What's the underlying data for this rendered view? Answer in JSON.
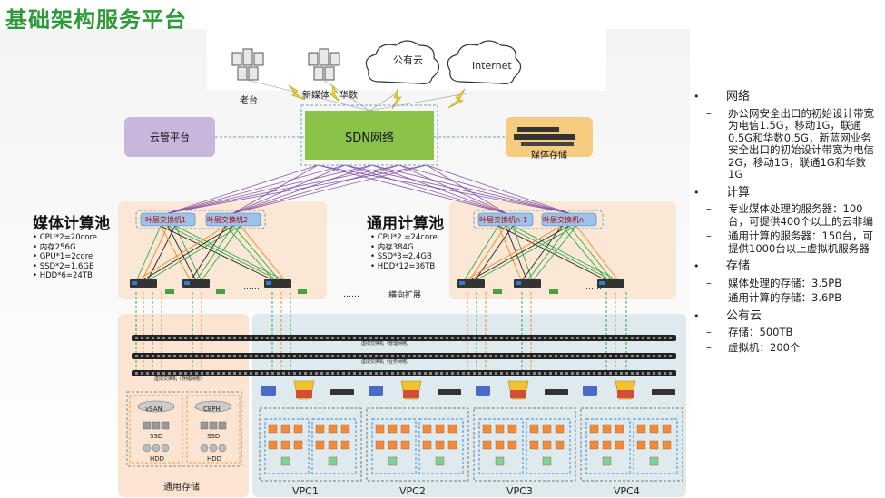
{
  "title": "基础架构服务平台",
  "diagram": {
    "top_nodes": {
      "old_station": "老台",
      "new_media": "新媒体",
      "huashu": "华数",
      "public_cloud": "公有云",
      "internet": "Internet"
    },
    "sdn": "SDN网络",
    "cloud_mgmt": "云管平台",
    "media_storage": "媒体存储",
    "media_pool": {
      "title": "媒体计算池",
      "specs": [
        "CPU*2=20core",
        "内存256G",
        "GPU*1=2core",
        "SSD*2=1.6GB",
        "HDD*6=24TB"
      ],
      "leaf_switches": [
        "叶层交换机1",
        "叶层交换机2"
      ]
    },
    "general_pool": {
      "title": "通用计算池",
      "specs": [
        "CPU*2 =24core",
        "内存384G",
        "SSD*3=2.4GB",
        "HDD*12=36TB"
      ],
      "leaf_switches": [
        "叶层交换机n-1",
        "叶层交换机n"
      ]
    },
    "dots_label": "……",
    "horizontal_expand": "横向扩展",
    "vswitch_labels": [
      "虚拟交换机（管理网络）",
      "虚拟交换机（业务网络）",
      "虚拟交换机（存储网络）"
    ],
    "storage_nodes": [
      "vSAN",
      "CEPH"
    ],
    "ssd": "SSD",
    "hdd": "HDD",
    "general_storage": "通用存储",
    "vpcs": [
      "VPC1",
      "VPC2",
      "VPC3",
      "VPC4"
    ],
    "colors": {
      "title": "#2e9a3a",
      "sdn": "#8bc34a",
      "cloud_mgmt": "#c9b6dd",
      "media_storage": "#f5cc7f",
      "pool_bg": "#fbe8d8",
      "vpc_bg": "#dbe9ee",
      "link_purple": "#7a3fa0",
      "link_green": "#2fa84a",
      "link_orange": "#f08a24",
      "link_black": "#222222"
    }
  },
  "side_panel": [
    {
      "title": "网络",
      "items": [
        "办公网安全出口的初始设计带宽为电信1.5G，移动1G，联通0.5G和华数0.5G，新蓝网业务安全出口的初始设计带宽为电信2G，移动1G，联通1G和华数1G"
      ]
    },
    {
      "title": "计算",
      "items": [
        "专业媒体处理的服务器：100台，可提供400个以上的云非编",
        "通用计算的服务器：150台，可提供1000台以上虚拟机服务器"
      ]
    },
    {
      "title": "存储",
      "items": [
        "媒体处理的存储：3.5PB",
        "通用计算的存储：3.6PB"
      ]
    },
    {
      "title": "公有云",
      "items": [
        "存储：500TB",
        "虚拟机：200个"
      ]
    }
  ]
}
